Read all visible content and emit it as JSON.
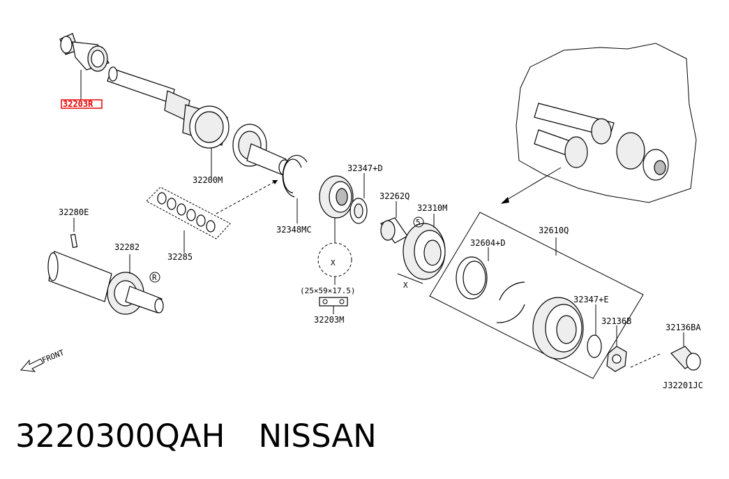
{
  "diagram": {
    "labels": {
      "hl": "32203R",
      "mainshaft": "32200M",
      "pin": "32280E",
      "gear_32282": "32282",
      "washers": "32285",
      "snap_ring": "32348MC",
      "seal_d": "32347+D",
      "bearing_spec": "(25×59×17.5)",
      "bearing": "32203M",
      "bushing": "32262Q",
      "gear_32310": "32310M",
      "baulk": "32604+D",
      "sync_kit": "32610Q",
      "seal_e": "32347+E",
      "nut_b": "32136B",
      "nut_ba": "32136BA",
      "drawing_no": "J32201JC",
      "front": "FRONT",
      "r_mark": "R",
      "s_mark": "5",
      "x_mark": "X"
    }
  },
  "footer": {
    "part_number": "3220300QAH",
    "brand": "NISSAN"
  }
}
